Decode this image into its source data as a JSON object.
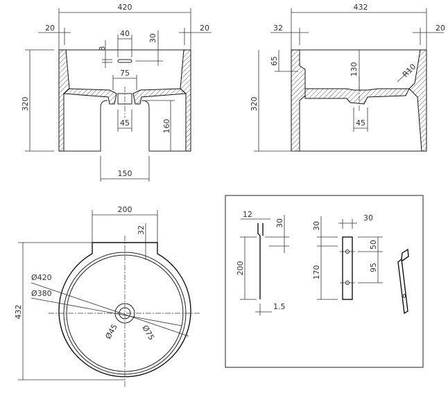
{
  "front_view": {
    "width": "420",
    "wall_left": "20",
    "wall_right": "20",
    "slot_width": "40",
    "slot_height": "8",
    "slot_offset": "30",
    "drain_outer": "75",
    "drain_inner": "45",
    "height": "320",
    "inner_height": "160",
    "opening": "150"
  },
  "side_view": {
    "width": "432",
    "wall_left": "32",
    "wall_right": "20",
    "top_depth": "65",
    "bowl_depth": "130",
    "radius": "R10",
    "height": "320",
    "drain": "45"
  },
  "top_view": {
    "tab_width": "200",
    "tab_depth": "32",
    "depth": "432",
    "outer_dia": "Ø420",
    "inner_dia": "Ø380",
    "drain_inner": "Ø45",
    "drain_outer": "Ø75"
  },
  "bracket": {
    "thickness_top": "12",
    "hook": "30",
    "length": "200",
    "plate": "1.5",
    "top_offset": "30",
    "width": "30",
    "hole1": "50",
    "body": "170",
    "hole_spacing": "95"
  }
}
